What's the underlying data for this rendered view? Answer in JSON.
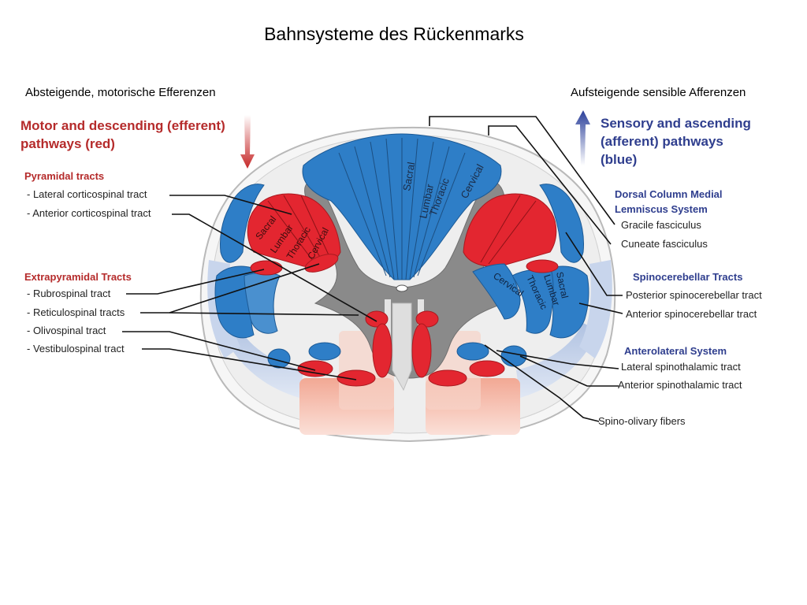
{
  "title": "Bahnsysteme des Rückenmarks",
  "subtitle_left": "Absteigende, motorische Efferenzen",
  "subtitle_right": "Aufsteigende sensible Afferenzen",
  "motor_heading": {
    "line1": "Motor and descending (efferent)",
    "line2": "pathways   (red)",
    "color": "#b52b2b"
  },
  "sensory_heading": {
    "line1": "Sensory and ascending",
    "line2": "(afferent) pathways",
    "line3": "(blue)",
    "color": "#2f3e8e"
  },
  "left_groups": {
    "pyramidal": {
      "title": "Pyramidal tracts",
      "items": [
        "- Lateral corticospinal tract",
        "- Anterior corticospinal tract"
      ]
    },
    "extrapyramidal": {
      "title": "Extrapyramidal Tracts",
      "items": [
        "- Rubrospinal tract",
        "- Reticulospinal tracts",
        "- Olivospinal tract",
        "- Vestibulospinal tract"
      ]
    }
  },
  "right_groups": {
    "dorsal_column": {
      "title_line1": "Dorsal Column Medial",
      "title_line2": "Lemniscus System",
      "items": [
        "Gracile fasciculus",
        "Cuneate fasciculus"
      ]
    },
    "spinocerebellar": {
      "title": "Spinocerebellar Tracts",
      "items": [
        "Posterior spinocerebellar tract",
        "Anterior spinocerebellar tract"
      ]
    },
    "anterolateral": {
      "title": "Anterolateral System",
      "items": [
        "Lateral spinothalamic tract",
        "Anterior spinothalamic tract"
      ]
    },
    "spino_olivary": "Spino-olivary fibers"
  },
  "segment_labels": {
    "dorsal": [
      "Sacral",
      "Lumbar",
      "Thoracic",
      "Cervical"
    ],
    "left_lateral": [
      "Sacral",
      "Lumbar",
      "Thoracic",
      "Cervical"
    ],
    "right_lateral": [
      "Cervical",
      "Thoracic",
      "Lumbar",
      "Sacral"
    ]
  },
  "colors": {
    "motor_red": "#e32630",
    "sensory_blue": "#2e7ec7",
    "grey_matter": "#8a8a8a",
    "light_blue": "#a9bde0",
    "light_red": "#f3b5a6"
  }
}
